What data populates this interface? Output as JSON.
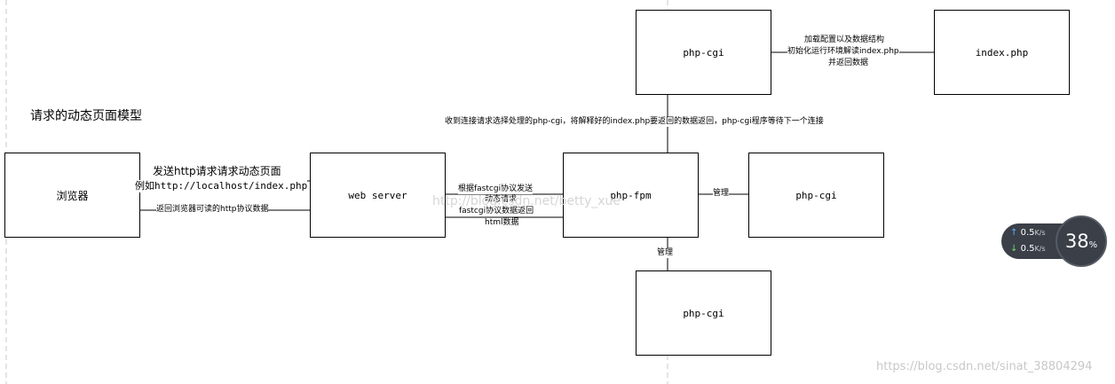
{
  "title": "请求的动态页面模型",
  "nodes": {
    "browser": "浏览器",
    "web_server": "web server",
    "php_fpm": "php-fpm",
    "php_cgi_top": "php-cgi",
    "php_cgi_right": "php-cgi",
    "php_cgi_bottom": "php-cgi",
    "index_php": "index.php"
  },
  "edges": {
    "browser_to_server_1": "发送http请求请求动态页面",
    "browser_to_server_2": "例如http://localhost/index.php",
    "server_to_browser": "返回浏览器可读的http协议数据",
    "server_to_fpm_1": "根据fastcgi协议发送",
    "server_to_fpm_2": "动态请求",
    "fpm_to_server_1": "fastcgi协议数据返回",
    "fpm_to_server_2": "html数据",
    "fpm_cgi_top": "收到连接请求选择处理的php-cgi，将解释好的index.php要返回的数据返回，php-cgi程序等待下一个连接",
    "cgi_index_1": "加载配置以及数据结构",
    "cgi_index_2": "初始化运行环境解读index.php",
    "cgi_index_3": "并返回数据",
    "manage_right": "管理",
    "manage_bottom": "管理"
  },
  "watermarks": {
    "center": "http://blog.csdn.net/betty_xue",
    "bottom_right": "https://blog.csdn.net/sinat_38804294"
  },
  "widget": {
    "up_value": "0.5",
    "up_unit": "K/s",
    "down_value": "0.5",
    "down_unit": "K/s",
    "percent": "38",
    "percent_sign": "%"
  }
}
